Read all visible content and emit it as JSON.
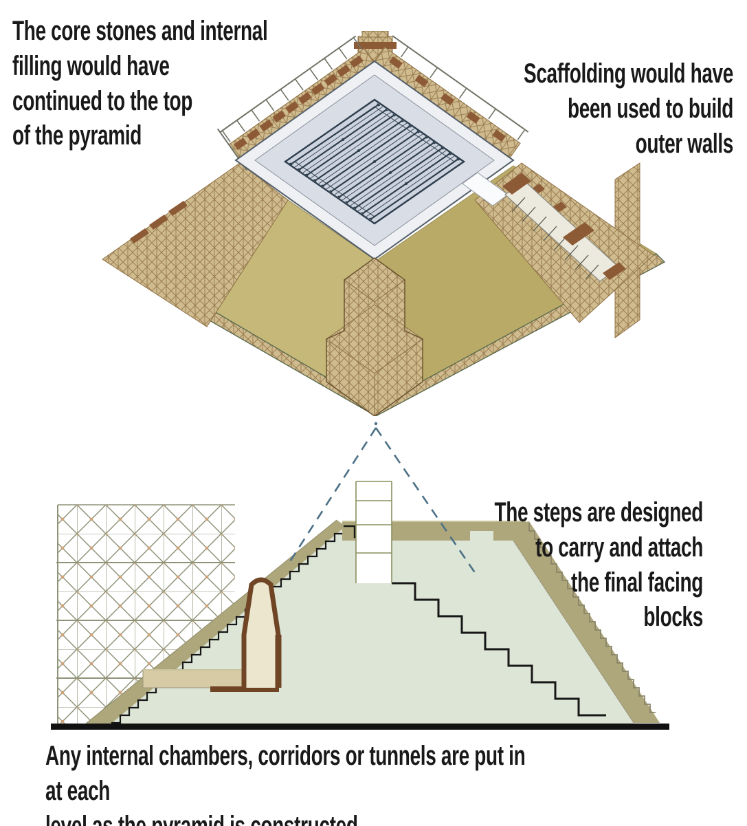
{
  "page": {
    "background": "#ffffff"
  },
  "annotations": {
    "top_left": "The core stones and internal\nfilling would have\ncontinued to the top\nof the pyramid",
    "top_right": "Scaffolding would have\nbeen used to build\nouter walls",
    "bottom_right": "The steps are designed\nto carry and attach\nthe final facing\nblocks",
    "caption": "Any internal chambers, corridors or tunnels are put in at each\nlevel as the pyramid is constructed"
  },
  "colors": {
    "page_bg": "#ffffff",
    "text": "#191919",
    "platform_outer": "#eef0f4",
    "platform_surface": "#d9dde6",
    "platform_inner": "#cdd4df",
    "hatch_line": "#2e3e4c",
    "wall_left": "#c5b878",
    "wall_right": "#b9ab67",
    "scaffold_fill": "#cfbb8e",
    "scaffold_line": "#8d6f44",
    "tread_brown": "#8d5a36",
    "rail_gray": "#6f7466",
    "section_fill": "#dce5d6",
    "casing_band": "#aea77c",
    "casing_light": "#c9c39c",
    "chamber_brown": "#6f4526",
    "corridor_fill": "#d7cba6",
    "lattice_line": "#8f9378",
    "lattice_dot": "#d0a47c",
    "dashed_blue": "#4c7086",
    "ground_black": "#111111"
  }
}
